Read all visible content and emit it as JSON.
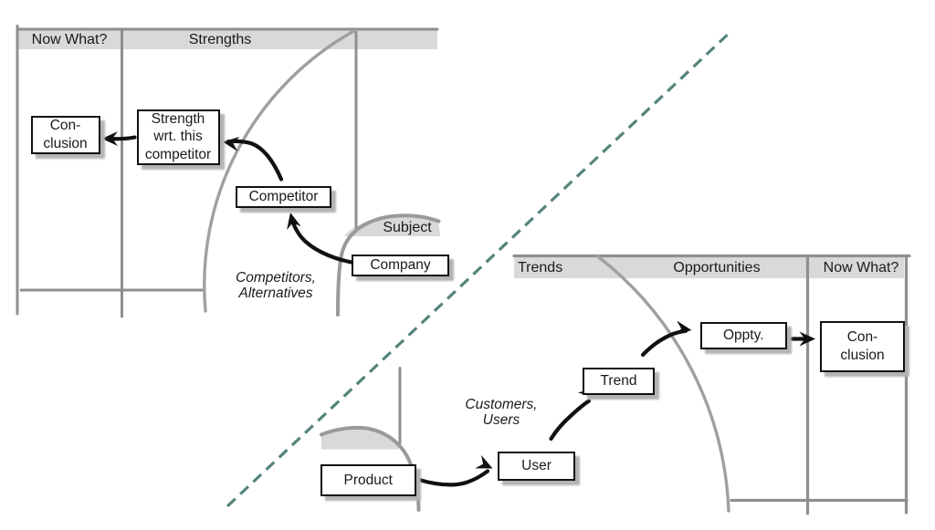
{
  "diagram_top": {
    "headers": {
      "now_what": "Now What?",
      "strengths": "Strengths"
    },
    "boxes": {
      "conclusion": "Con-\nclusion",
      "strength": "Strength\nwrt. this\ncompetitor",
      "competitor": "Competitor",
      "company": "Company"
    },
    "labels": {
      "subject": "Subject",
      "region": "Competitors,\nAlternatives"
    }
  },
  "diagram_bottom": {
    "headers": {
      "trends": "Trends",
      "opportunities": "Opportunities",
      "now_what": "Now What?"
    },
    "boxes": {
      "oppty": "Oppty.",
      "conclusion": "Con-\nclusion",
      "trend": "Trend",
      "user": "User",
      "product": "Product"
    },
    "labels": {
      "region": "Customers,\nUsers"
    }
  },
  "colors": {
    "line-gray": "#8f8f8f",
    "arc-gray": "#a0a0a0",
    "band-gray": "#d9d9d9",
    "ink": "#111111",
    "shadow-gray": "#b3b3b3",
    "dash-teal": "#55847c",
    "text-color": "#1a1a1a"
  }
}
